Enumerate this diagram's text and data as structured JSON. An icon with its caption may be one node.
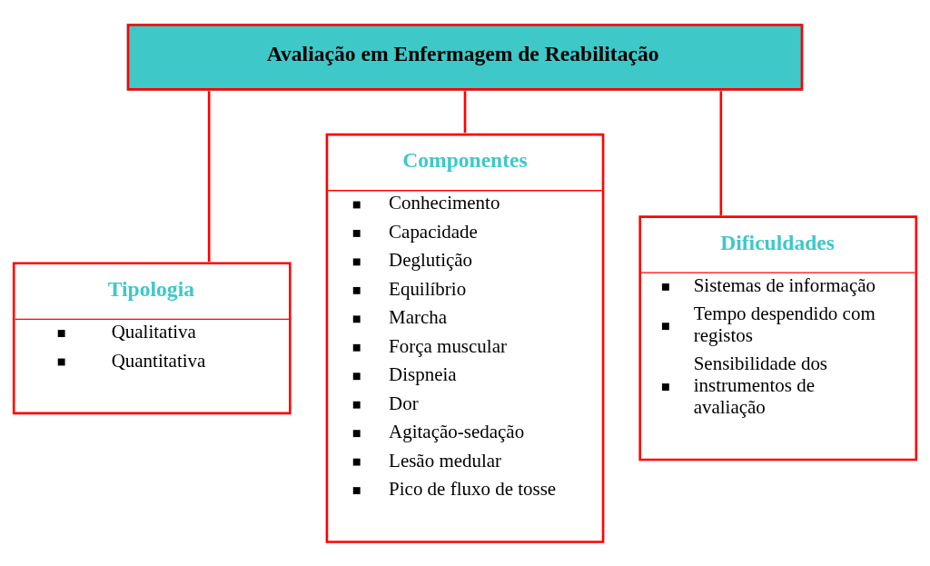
{
  "diagram": {
    "nodes": [
      {
        "text": [
          "Avaliação em Enfermagem de Reabilitação"
        ]
      },
      {
        "text": [
          "Tipologia",
          "Qualitativa",
          "Quantitativa"
        ]
      },
      {
        "text": [
          "Componentes",
          "Conhecimento",
          "Capacidade",
          "Deglutição",
          "Equilíbrio",
          "Marcha",
          "Força muscular",
          "Dispneia",
          "Dor",
          "Agitação-sedação",
          "Lesão medular",
          "Pico de fluxo de tosse"
        ]
      },
      {
        "text": [
          "Dificuldades",
          "Sistemas de informação",
          "Tempo despendido com registos",
          "Sensibilidade dos instrumentos de avaliação"
        ]
      }
    ],
    "edges": [
      {
        "from": 0,
        "to": 1,
        "arrow": "none"
      },
      {
        "from": 0,
        "to": 2,
        "arrow": "none"
      },
      {
        "from": 0,
        "to": 3,
        "arrow": "none"
      }
    ]
  }
}
